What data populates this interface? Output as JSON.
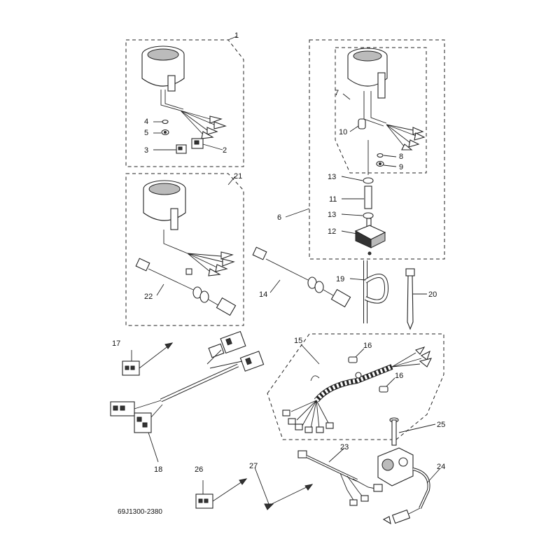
{
  "diagram": {
    "drawing_code": "69J1300-2380",
    "callouts": {
      "c1": "1",
      "c2": "2",
      "c3": "3",
      "c4": "4",
      "c5": "5",
      "c6": "6",
      "c7": "7",
      "c8": "8",
      "c9": "9",
      "c10": "10",
      "c11": "11",
      "c12": "12",
      "c13a": "13",
      "c13b": "13",
      "c14": "14",
      "c15": "15",
      "c16a": "16",
      "c16b": "16",
      "c17": "17",
      "c18": "18",
      "c19": "19",
      "c20": "20",
      "c21": "21",
      "c22": "22",
      "c23": "23",
      "c24": "24",
      "c25": "25",
      "c26": "26",
      "c27": "27"
    }
  }
}
